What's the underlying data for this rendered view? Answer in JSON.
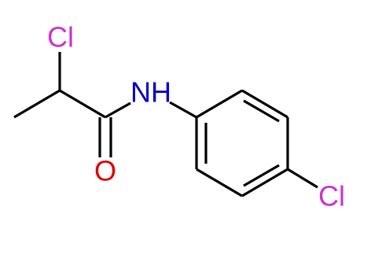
{
  "molecule": {
    "atoms": {
      "cl_top": {
        "label": "Cl",
        "color": "#cc33cc"
      },
      "nh": {
        "label": "NH",
        "color": "#0000cc"
      },
      "o": {
        "label": "O",
        "color": "#dd0000"
      },
      "cl_ring": {
        "label": "Cl",
        "color": "#cc33cc"
      }
    },
    "bond_color": "#000000"
  }
}
